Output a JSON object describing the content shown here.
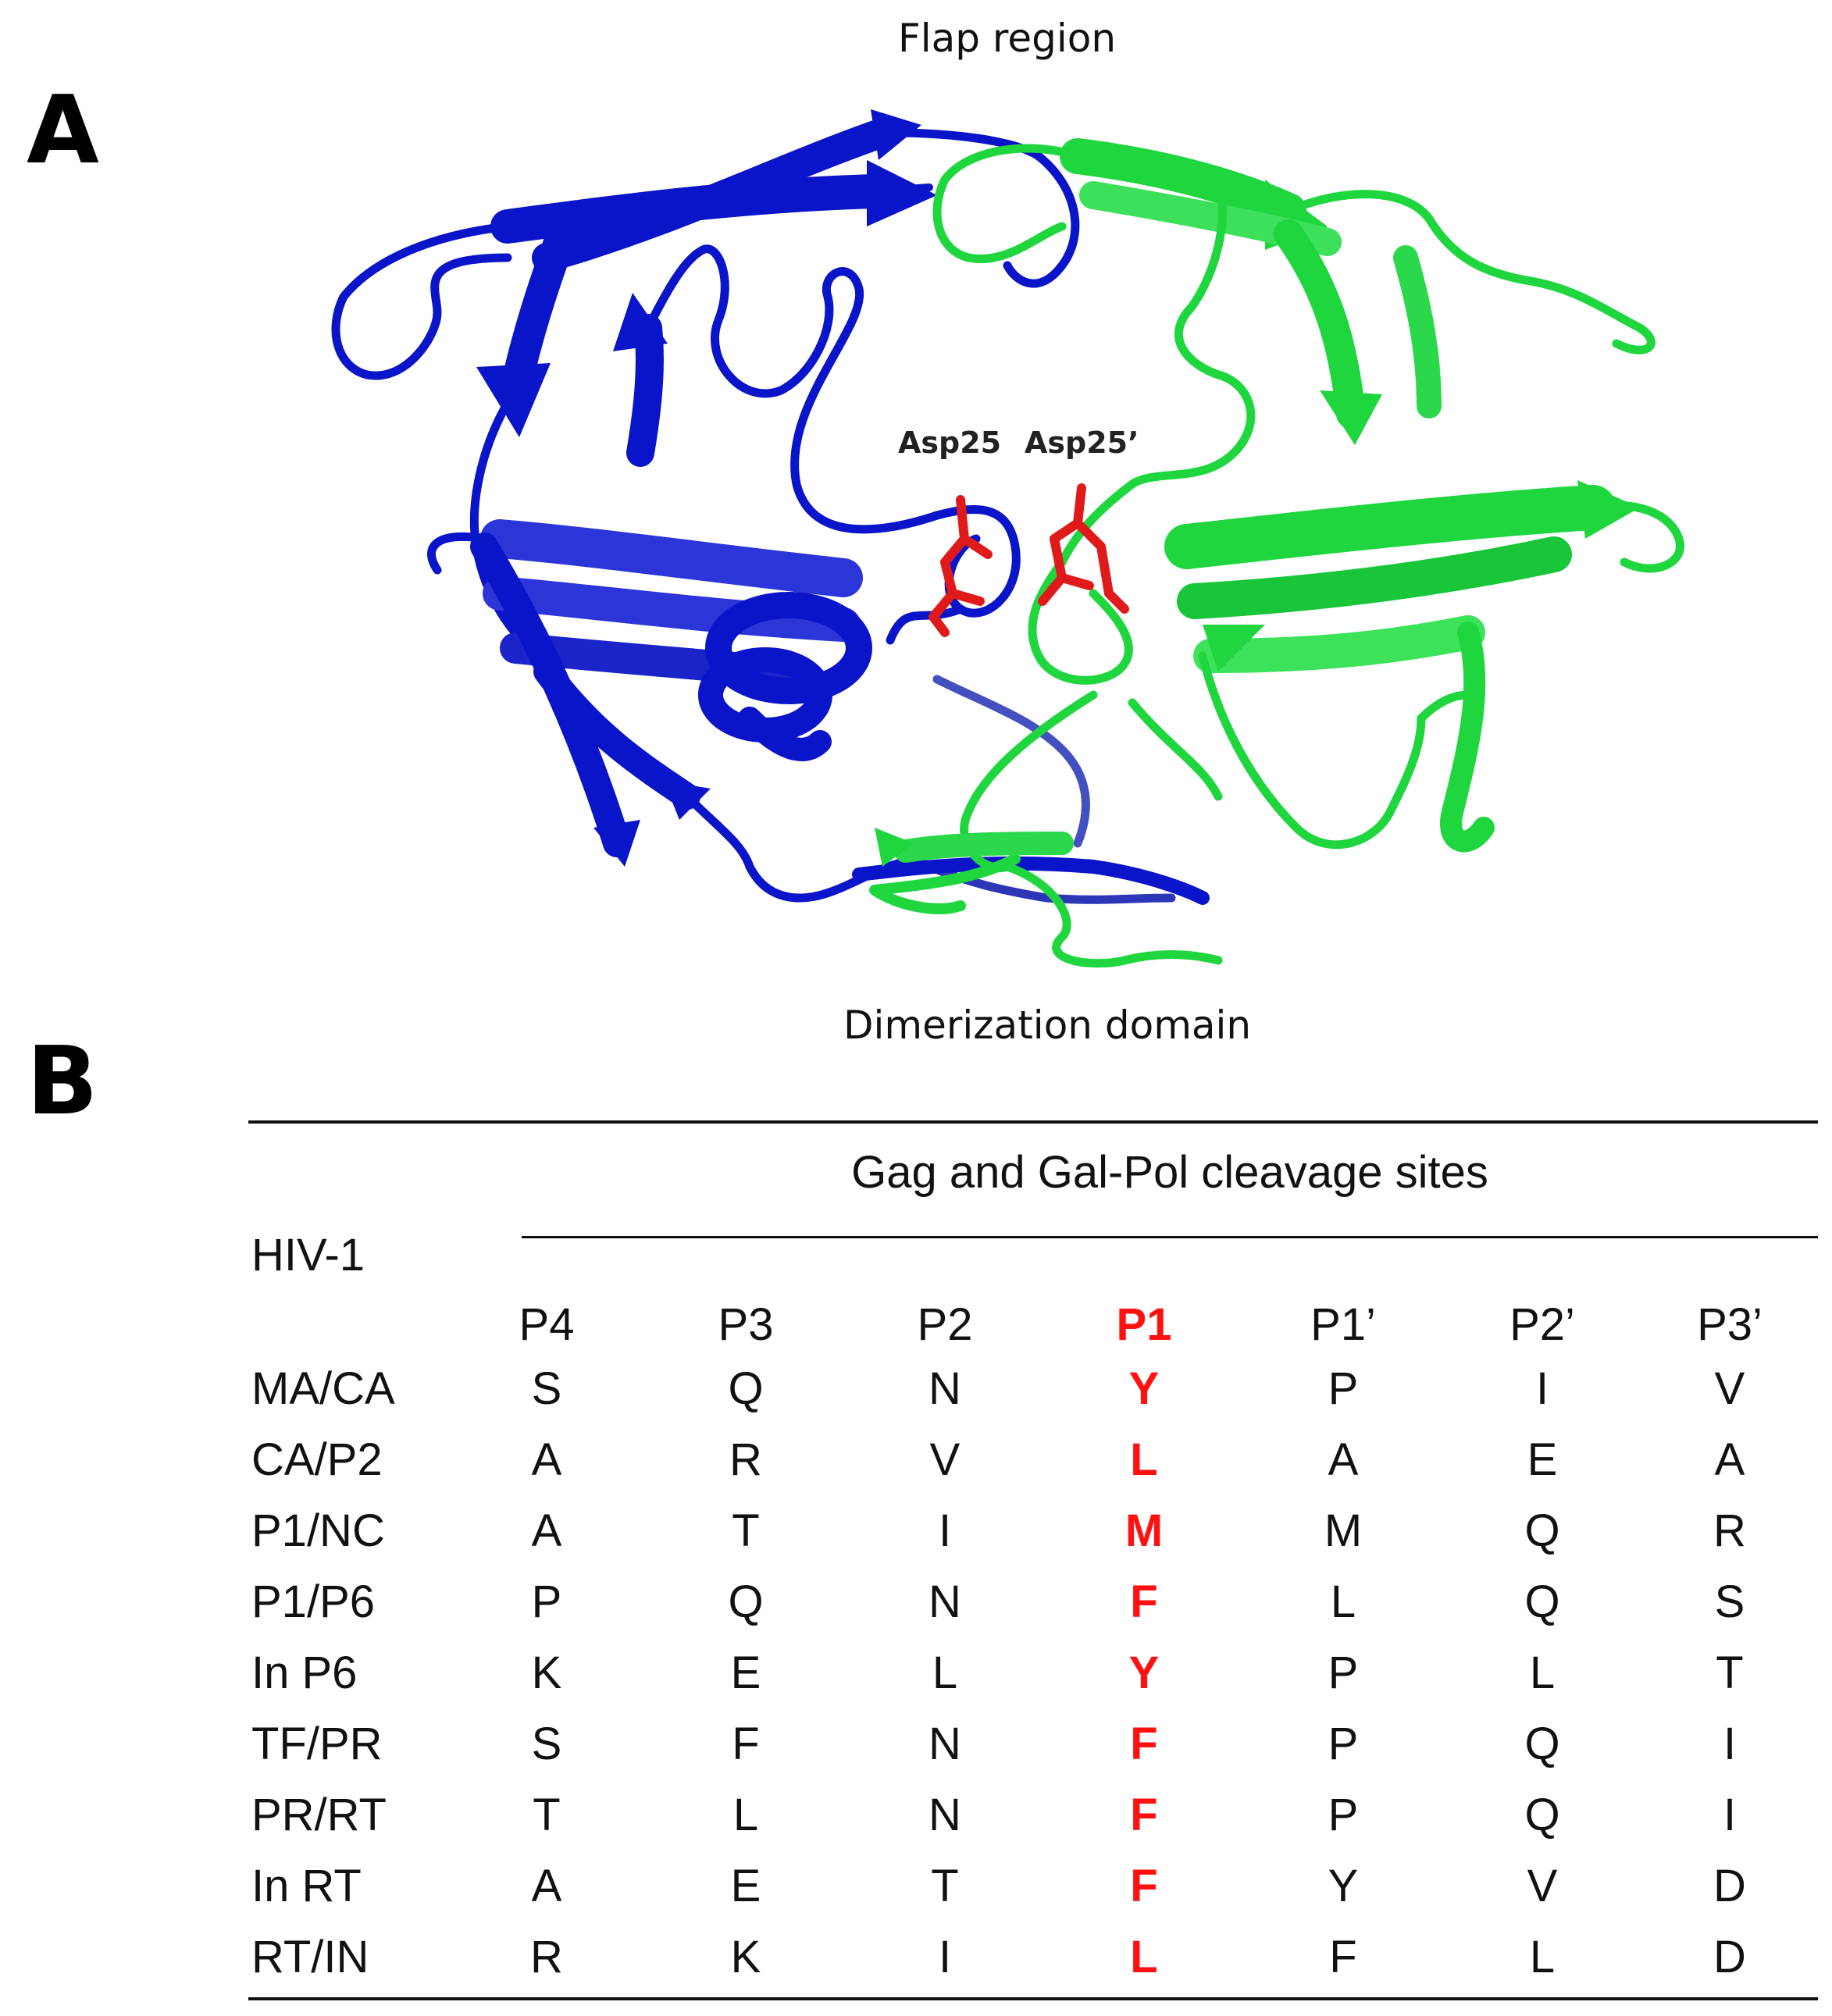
{
  "panel_a": {
    "letter": "A",
    "flap_label": "Flap region",
    "dimerization_label": "Dimerization domain",
    "asp25_label": "Asp25",
    "asp25_prime_label": "Asp25’",
    "colors": {
      "monomer_1": "#0a14c8",
      "monomer_2": "#1fd63f",
      "asp_residues": "#e01a1a"
    }
  },
  "panel_b": {
    "letter": "B",
    "caption": "Gag and Gal-Pol cleavage sites",
    "organism": "HIV-1",
    "highlight_column": "P1",
    "highlight_color": "#ff1111",
    "columns": [
      "P4",
      "P3",
      "P2",
      "P1",
      "P1’",
      "P2’",
      "P3’"
    ],
    "rows": [
      {
        "site": "MA/CA",
        "residues": [
          "S",
          "Q",
          "N",
          "Y",
          "P",
          "I",
          "V"
        ]
      },
      {
        "site": "CA/P2",
        "residues": [
          "A",
          "R",
          "V",
          "L",
          "A",
          "E",
          "A"
        ]
      },
      {
        "site": "P1/NC",
        "residues": [
          "A",
          "T",
          "I",
          "M",
          "M",
          "Q",
          "R"
        ]
      },
      {
        "site": "P1/P6",
        "residues": [
          "P",
          "Q",
          "N",
          "F",
          "L",
          "Q",
          "S"
        ]
      },
      {
        "site": "In P6",
        "residues": [
          "K",
          "E",
          "L",
          "Y",
          "P",
          "L",
          "T"
        ]
      },
      {
        "site": "TF/PR",
        "residues": [
          "S",
          "F",
          "N",
          "F",
          "P",
          "Q",
          "I"
        ]
      },
      {
        "site": "PR/RT",
        "residues": [
          "T",
          "L",
          "N",
          "F",
          "P",
          "Q",
          "I"
        ]
      },
      {
        "site": "In RT",
        "residues": [
          "A",
          "E",
          "T",
          "F",
          "Y",
          "V",
          "D"
        ]
      },
      {
        "site": "RT/IN",
        "residues": [
          "R",
          "K",
          "I",
          "L",
          "F",
          "L",
          "D"
        ]
      }
    ]
  }
}
